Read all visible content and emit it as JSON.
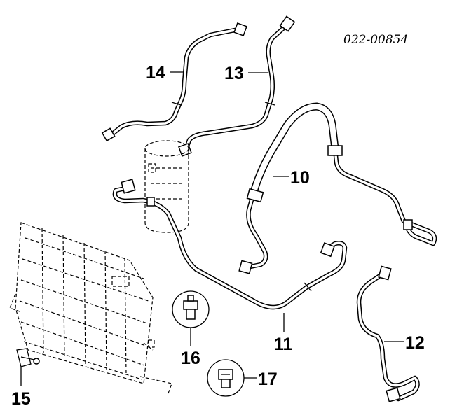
{
  "reference_code": "022-00854",
  "callouts": {
    "c10": "10",
    "c11": "11",
    "c12": "12",
    "c13": "13",
    "c14": "14",
    "c15": "15",
    "c16": "16",
    "c17": "17"
  }
}
